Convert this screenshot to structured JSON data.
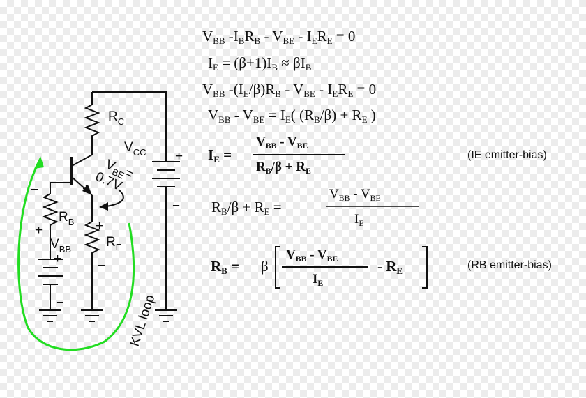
{
  "circuit": {
    "rc": "R",
    "rc_sub": "C",
    "vcc": "V",
    "vcc_sub": "CC",
    "vbe": "V",
    "vbe_sub": "BE",
    "vbe_eq": "=",
    "vbe_val": "0.7V",
    "rb": "R",
    "rb_sub": "B",
    "vbb": "V",
    "vbb_sub": "BB",
    "re": "R",
    "re_sub": "E",
    "plus": "+",
    "minus": "−",
    "loop_label": "KVL loop"
  },
  "equations": {
    "eq1": "V<sub>BB</sub> -I<sub>B</sub>R<sub>B</sub> - V<sub>BE</sub> - I<sub>E</sub>R<sub>E</sub> = 0",
    "eq2": "I<sub>E</sub> = (β+1)I<sub>B</sub> ≈ βI<sub>B</sub>",
    "eq3": "V<sub>BB</sub> -(I<sub>E</sub>/β)R<sub>B</sub> - V<sub>BE</sub> - I<sub>E</sub>R<sub>E</sub> = 0",
    "eq4": "V<sub>BB</sub> - V<sub>BE</sub> = I<sub>E</sub>( (R<sub>B</sub>/β) + R<sub>E</sub> )",
    "eq5_lhs": "I<sub>E</sub> =",
    "eq5_num": "V<sub>BB</sub> - V<sub>BE</sub>",
    "eq5_den": "R<sub>B</sub>/β + R<sub>E</sub>",
    "eq6_lhs": "R<sub>B</sub>/β + R<sub>E</sub> =",
    "eq6_num": "V<sub>BB</sub> - V<sub>BE</sub>",
    "eq6_den": "I<sub>E</sub>",
    "eq7_lhs": "R<sub>B</sub> =",
    "eq7_beta": "β",
    "eq7_num": "V<sub>BB</sub> - V<sub>BE</sub>",
    "eq7_den": "I<sub>E</sub>",
    "eq7_tail": "- R<sub>E</sub>"
  },
  "notes": {
    "ie_bias": "(IE emitter-bias)",
    "rb_bias": "(RB emitter-bias)"
  },
  "colors": {
    "kvl_loop": "#22dd22",
    "ink": "#111111"
  }
}
